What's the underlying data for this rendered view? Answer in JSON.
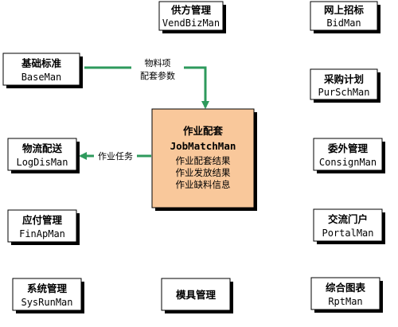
{
  "colors": {
    "arrow": "#2e9a5c",
    "center_fill": "#f9c89b",
    "box_fill": "#ffffff",
    "shadow": "#000000"
  },
  "modules": {
    "vendbiz": {
      "title": "供方管理",
      "code": "VendBizMan"
    },
    "bid": {
      "title": "网上招标",
      "code": "BidMan"
    },
    "base": {
      "title": "基础标准",
      "code": "BaseMan"
    },
    "purchase": {
      "title": "采购计划",
      "code": "PurSchMan"
    },
    "logistics": {
      "title": "物流配送",
      "code": "LogDisMan"
    },
    "consign": {
      "title": "委外管理",
      "code": "ConsignMan"
    },
    "finap": {
      "title": "应付管理",
      "code": "FinApMan"
    },
    "portal": {
      "title": "交流门户",
      "code": "PortalMan"
    },
    "sysrun": {
      "title": "系统管理",
      "code": "SysRunMan"
    },
    "mold": {
      "title": "模具管理",
      "code": ""
    },
    "report": {
      "title": "综合图表",
      "code": "RptMan"
    }
  },
  "center": {
    "title": "作业配套",
    "code": "JobMatchMan",
    "lines": [
      "作业配套结果",
      "作业发放结果",
      "作业缺料信息"
    ]
  },
  "edges": {
    "base_to_center": {
      "label_line1": "物料项",
      "label_line2": "配套参数"
    },
    "center_to_logistics": {
      "label": "作业任务"
    }
  }
}
